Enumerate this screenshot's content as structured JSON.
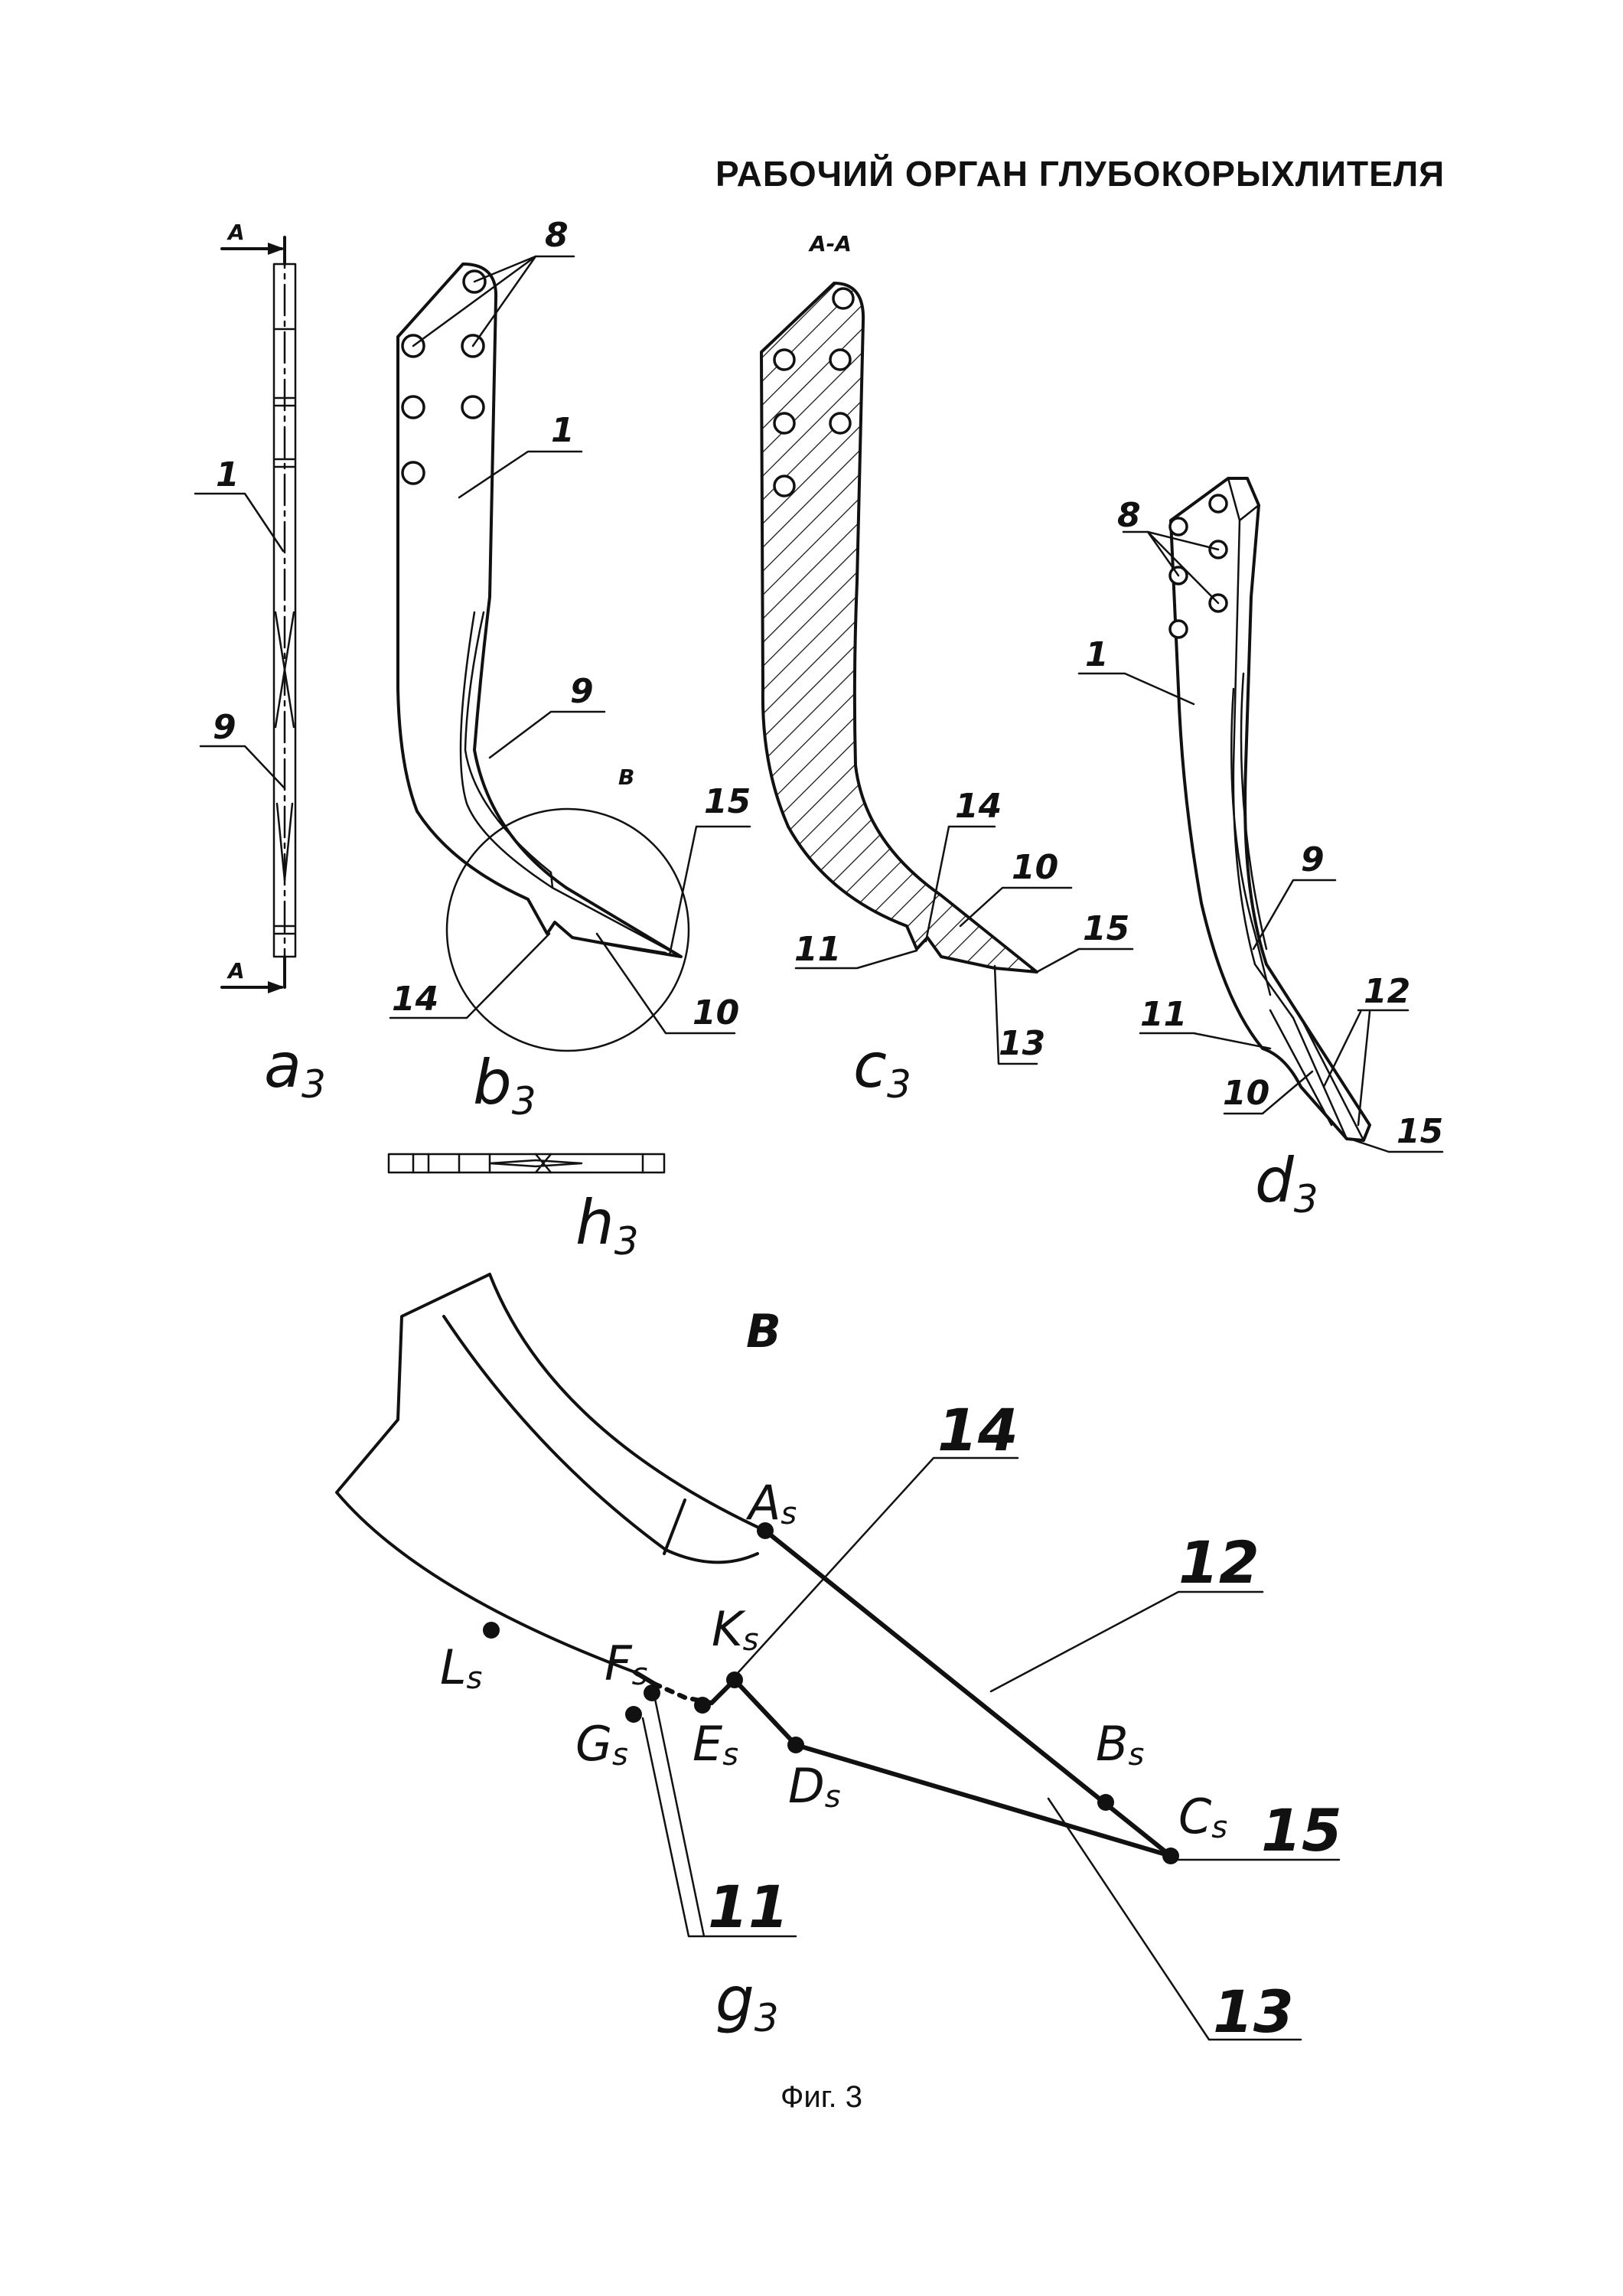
{
  "title": "РАБОЧИЙ ОРГАН ГЛУБОКОРЫХЛИТЕЛЯ",
  "caption": "Фиг. 3",
  "section_marks": {
    "a1": "A",
    "a2": "A",
    "section": "A-A",
    "b_circle": "B",
    "detail": "B"
  },
  "views": {
    "a": {
      "letter": "a",
      "sub": "3"
    },
    "b": {
      "letter": "b",
      "sub": "3"
    },
    "c": {
      "letter": "c",
      "sub": "3"
    },
    "d": {
      "letter": "d",
      "sub": "3"
    },
    "h": {
      "letter": "h",
      "sub": "3"
    },
    "g": {
      "letter": "g",
      "sub": "3"
    }
  },
  "callouts": {
    "a_1": "1",
    "a_9": "9",
    "b_8": "8",
    "b_1": "1",
    "b_9": "9",
    "b_15": "15",
    "b_14": "14",
    "b_10": "10",
    "c_14": "14",
    "c_10": "10",
    "c_11": "11",
    "c_15": "15",
    "c_13": "13",
    "d_8": "8",
    "d_1": "1",
    "d_9": "9",
    "d_12": "12",
    "d_11": "11",
    "d_10": "10",
    "d_15": "15",
    "g_14": "14",
    "g_12": "12",
    "g_15": "15",
    "g_11": "11",
    "g_13": "13"
  },
  "points": {
    "A": {
      "letter": "A",
      "sub": "s"
    },
    "B": {
      "letter": "B",
      "sub": "s"
    },
    "C": {
      "letter": "C",
      "sub": "s"
    },
    "D": {
      "letter": "D",
      "sub": "s"
    },
    "E": {
      "letter": "E",
      "sub": "s"
    },
    "F": {
      "letter": "F",
      "sub": "s"
    },
    "G": {
      "letter": "G",
      "sub": "s"
    },
    "K": {
      "letter": "K",
      "sub": "s"
    },
    "L": {
      "letter": "L",
      "sub": "s"
    }
  }
}
